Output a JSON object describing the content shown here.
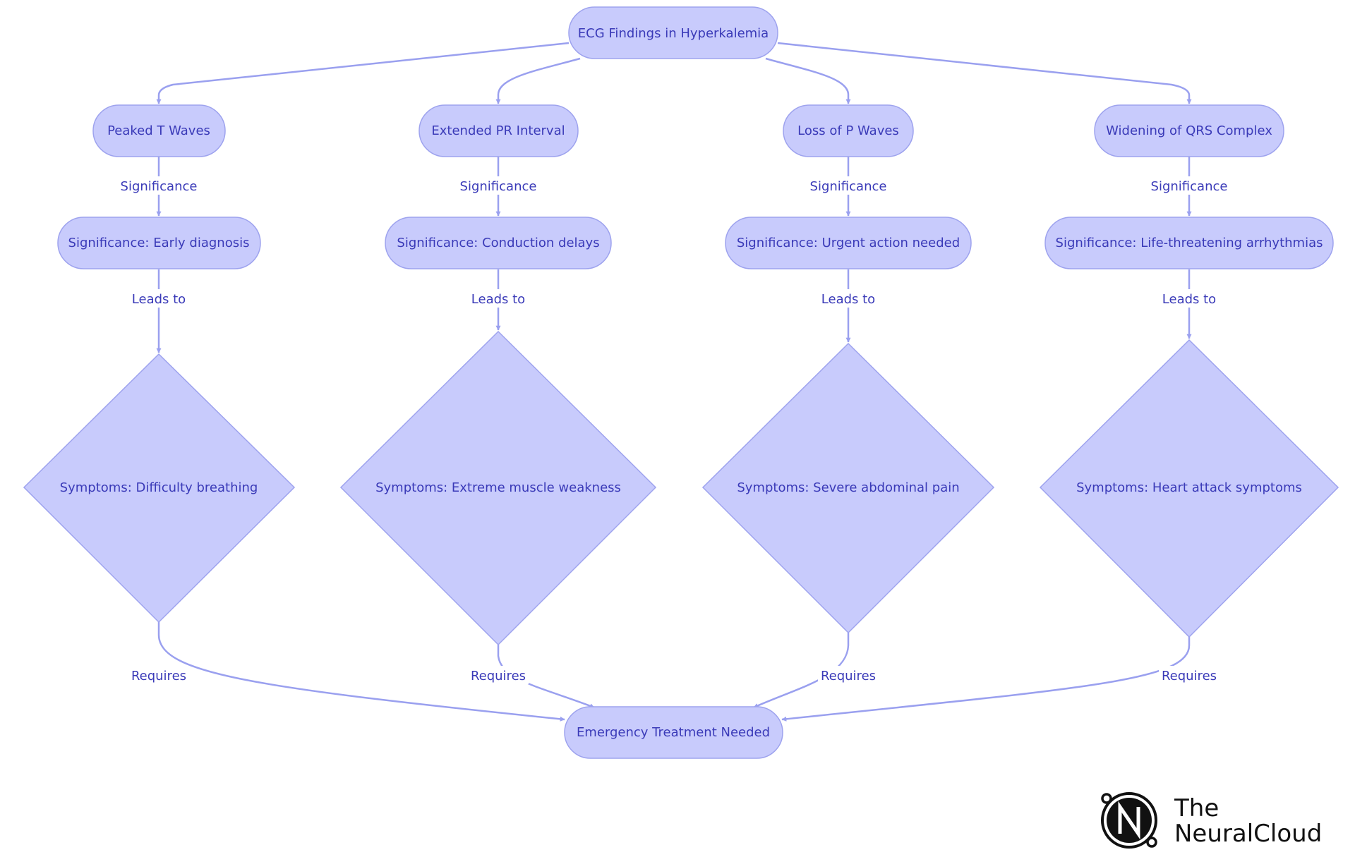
{
  "colors": {
    "node_fill": "#c8cbfc",
    "node_stroke": "#9ea3ee",
    "edge": "#9aa0ef",
    "text": "#3a3ab8"
  },
  "nodes": {
    "root": "ECG Findings in Hyperkalemia",
    "finding_1": "Peaked T Waves",
    "finding_2": "Extended PR Interval",
    "finding_3": "Loss of P Waves",
    "finding_4": "Widening of QRS Complex",
    "significance_1": "Significance: Early diagnosis",
    "significance_2": "Significance: Conduction delays",
    "significance_3": "Significance: Urgent action needed",
    "significance_4": "Significance: Life-threatening arrhythmias",
    "symptom_1": "Symptoms: Difficulty breathing",
    "symptom_2": "Symptoms: Extreme muscle weakness",
    "symptom_3": "Symptoms: Severe abdominal pain",
    "symptom_4": "Symptoms: Heart attack symptoms",
    "emergency": "Emergency Treatment Needed"
  },
  "edge_labels": {
    "significance": "Significance",
    "leads_to": "Leads to",
    "requires": "Requires"
  },
  "logo": {
    "line1": "The",
    "line2": "NeuralCloud",
    "icon": "neuralcloud-n-logo-icon"
  }
}
